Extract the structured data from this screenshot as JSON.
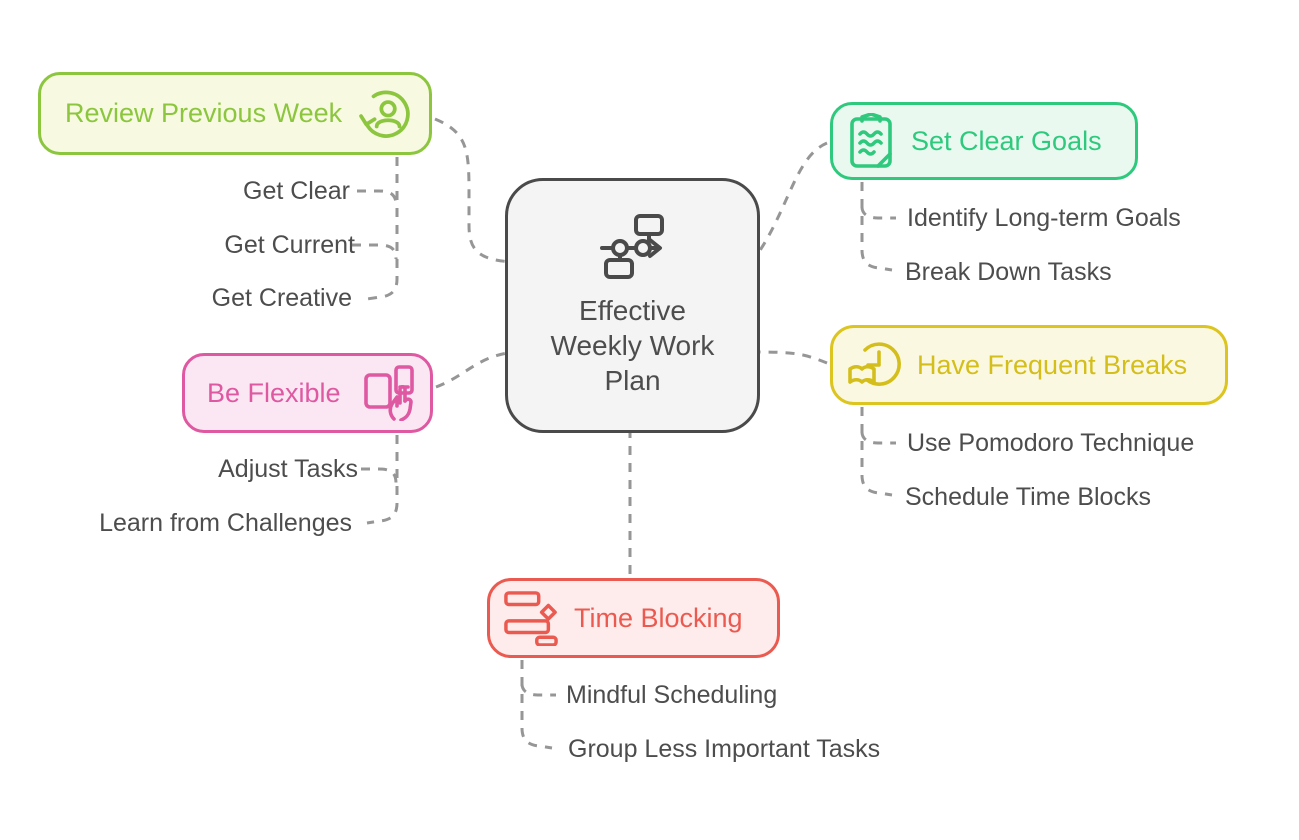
{
  "diagram": {
    "center": {
      "title": "Effective Weekly Work Plan",
      "line1": "Effective",
      "line2": "Weekly Work",
      "line3": "Plan",
      "icon": "flowchart-icon",
      "border_color": "#4A4A4A",
      "background": "#F4F4F4"
    },
    "branches": {
      "review": {
        "label": "Review Previous Week",
        "icon": "review-person-icon",
        "color": "#8CC63F",
        "background": "#F7F9E1",
        "children": [
          "Get Clear",
          "Get Current",
          "Get Creative"
        ]
      },
      "goals": {
        "label": "Set Clear Goals",
        "icon": "clipboard-list-icon",
        "color": "#2FC97E",
        "background": "#E9F9F0",
        "children": [
          "Identify Long-term Goals",
          "Break Down Tasks"
        ]
      },
      "flexible": {
        "label": "Be Flexible",
        "icon": "devices-hand-icon",
        "color": "#DE58A2",
        "background": "#FBE7F3",
        "children": [
          "Adjust Tasks",
          "Learn from Challenges"
        ]
      },
      "breaks": {
        "label": "Have Frequent Breaks",
        "icon": "clock-book-icon",
        "color": "#DCC520",
        "background": "#FBF8E1",
        "children": [
          "Use Pomodoro Technique",
          "Schedule Time Blocks"
        ]
      },
      "timeblocking": {
        "label": "Time Blocking",
        "icon": "gantt-chart-icon",
        "color": "#EB5A50",
        "background": "#FDECEB",
        "children": [
          "Mindful Scheduling",
          "Group Less Important Tasks"
        ]
      }
    },
    "colors": {
      "sub_item_text": "#4D4D4D",
      "connector": "#969696"
    }
  }
}
